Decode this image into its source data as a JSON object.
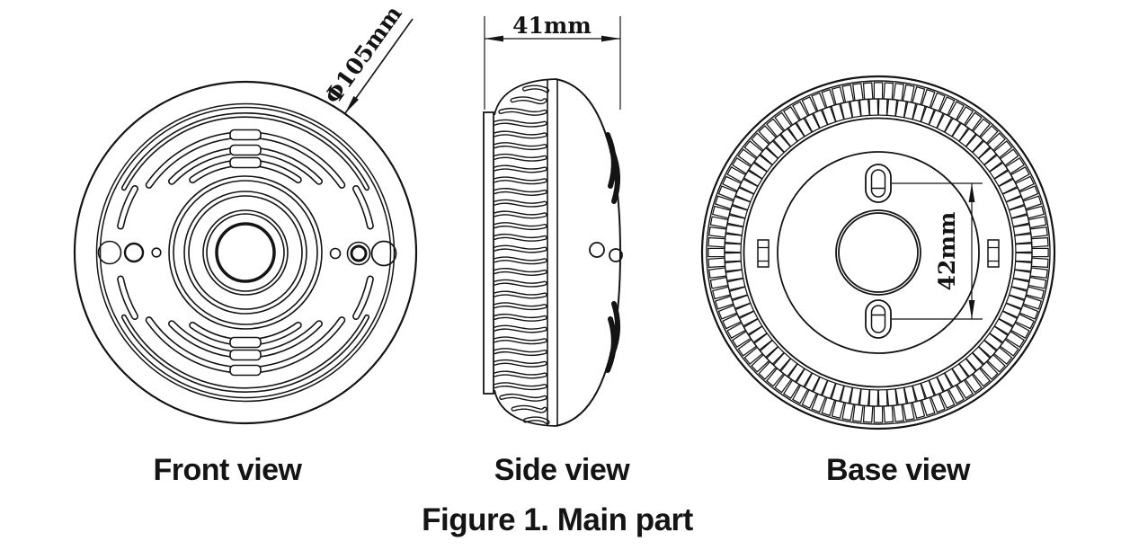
{
  "figure": {
    "caption": "Figure 1. Main part",
    "views": {
      "front": {
        "label": "Front view",
        "dim_diameter": "Φ105mm"
      },
      "side": {
        "label": "Side view",
        "dim_width": "41mm"
      },
      "base": {
        "label": "Base view",
        "dim_hole_spacing": "42mm"
      }
    }
  },
  "colors": {
    "line": "#141414",
    "background": "#ffffff"
  }
}
